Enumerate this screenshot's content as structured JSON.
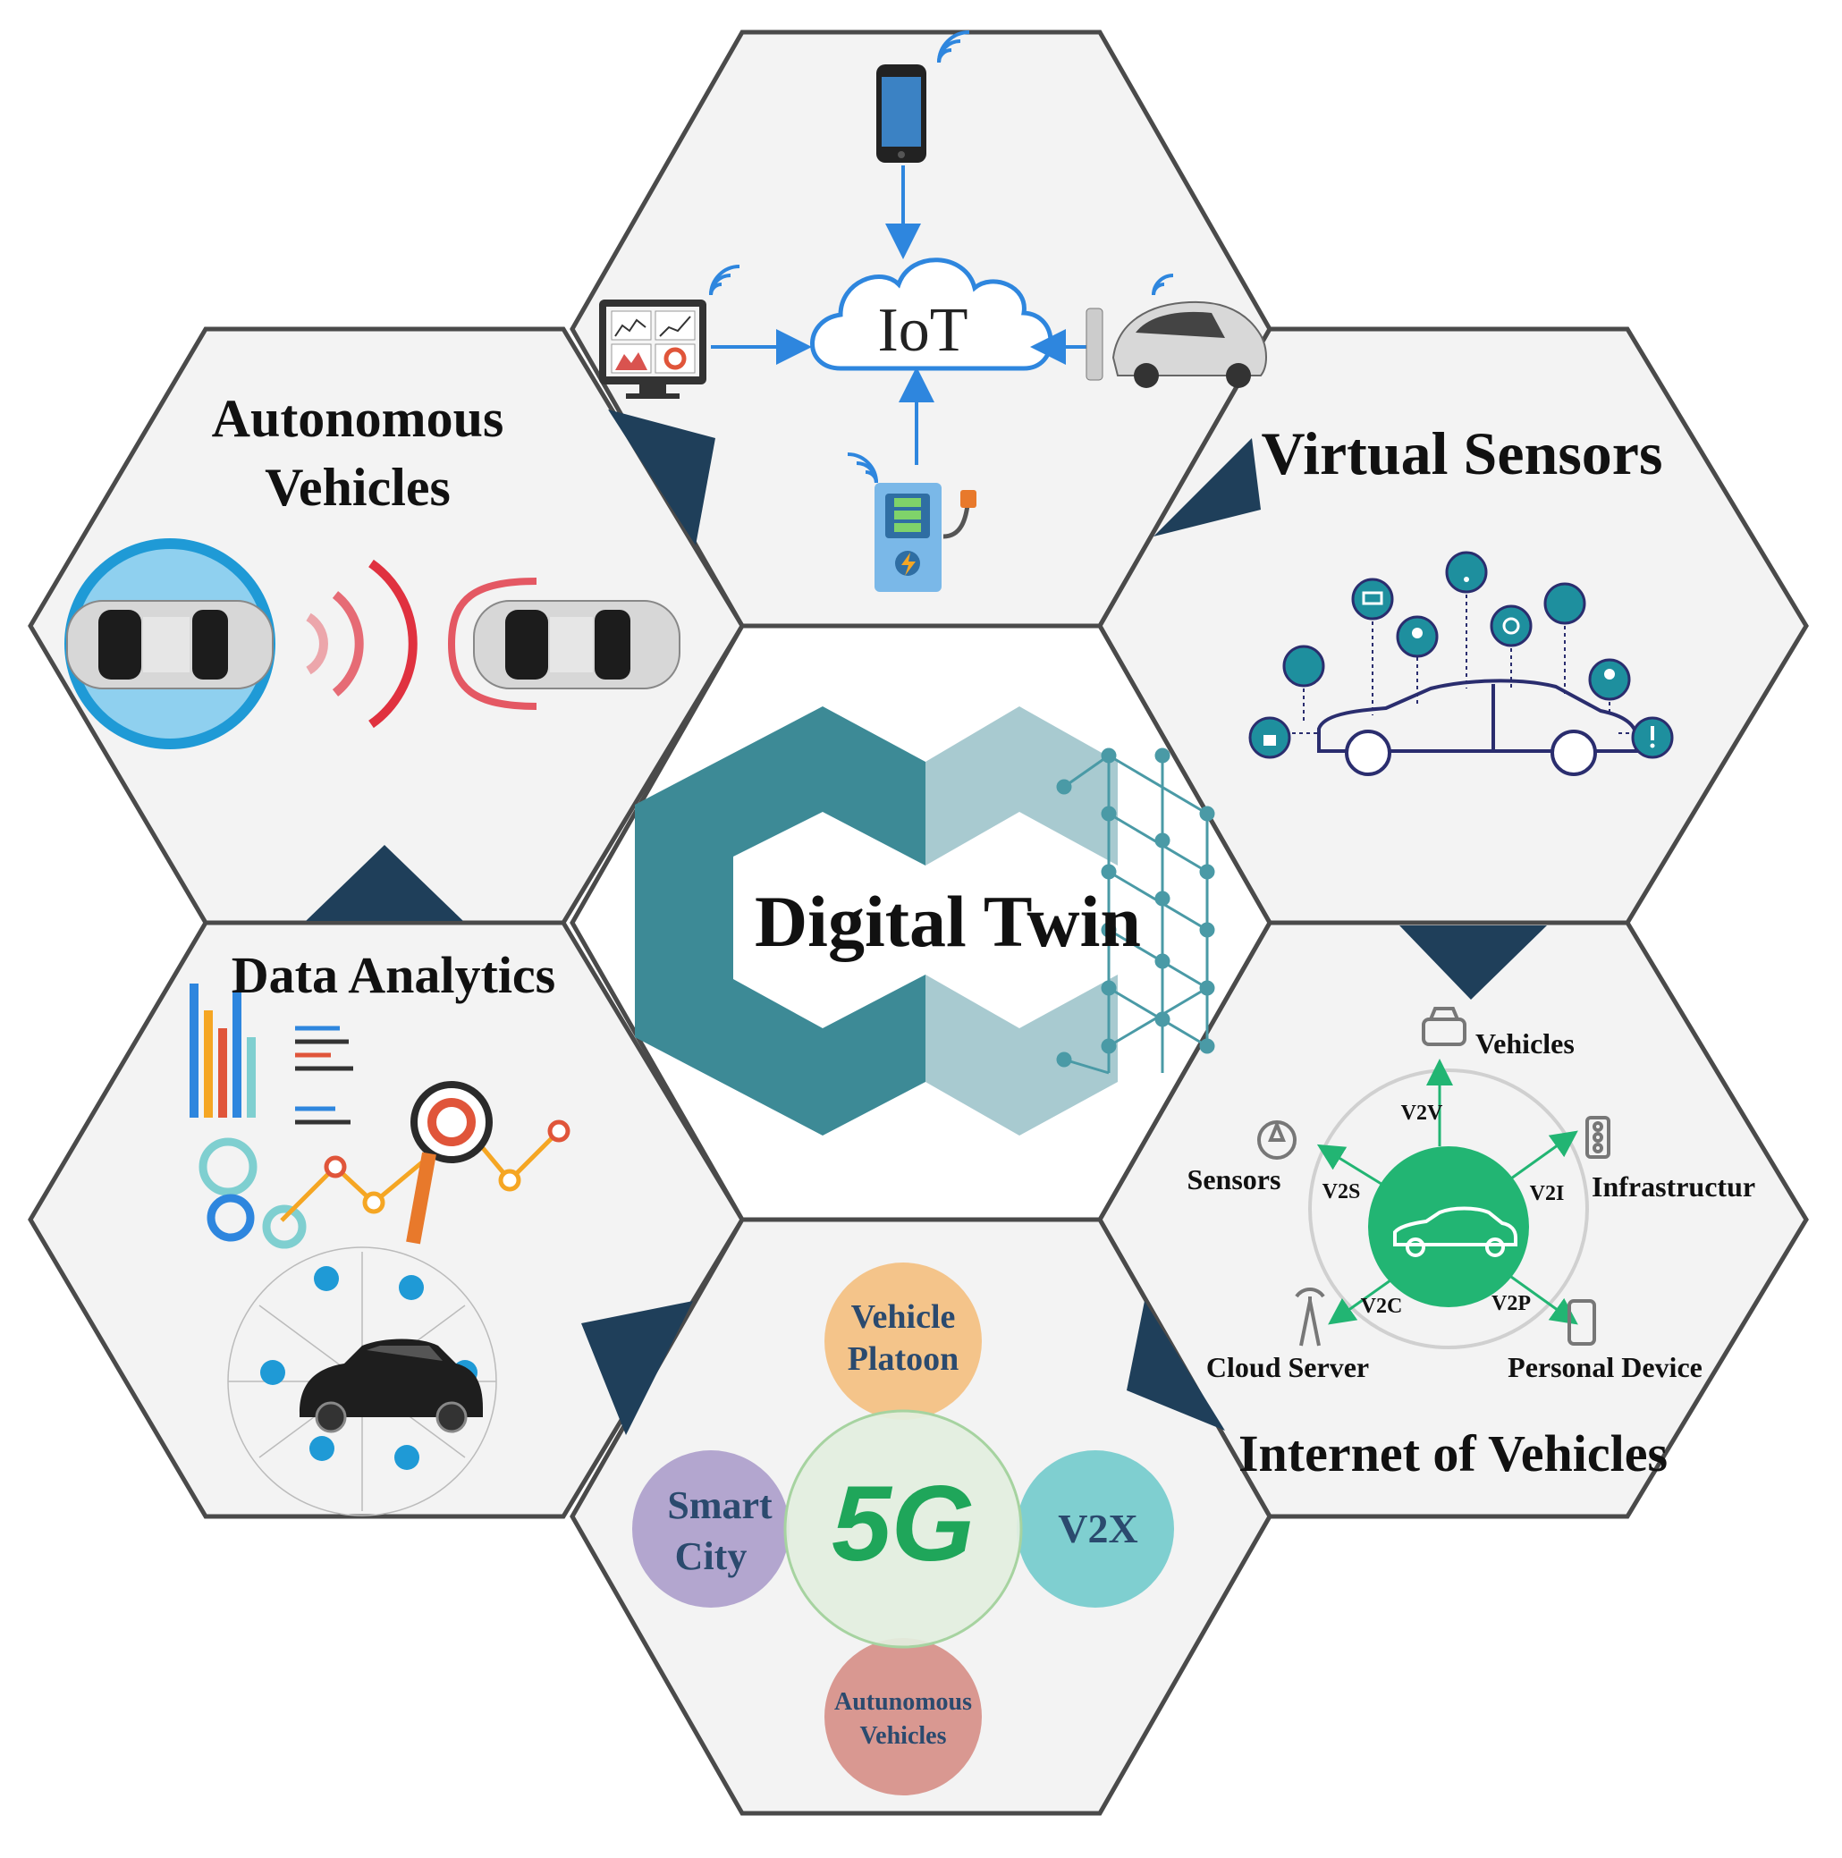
{
  "center": {
    "title": "Digital Twin"
  },
  "iot": {
    "cloud_label": "IoT"
  },
  "autonomous": {
    "title_line1": "Autonomous",
    "title_line2": "Vehicles"
  },
  "virtual_sensors": {
    "title": "Virtual Sensors"
  },
  "data_analytics": {
    "title": "Data Analytics"
  },
  "internet_of_vehicles": {
    "title": "Internet of Vehicles",
    "nodes": {
      "vehicles": "Vehicles",
      "infrastructure": "Infrastructur",
      "personal_device": "Personal Device",
      "cloud_server": "Cloud Server",
      "sensors": "Sensors"
    },
    "links": {
      "v2v": "V2V",
      "v2i": "V2I",
      "v2p": "V2P",
      "v2c": "V2C",
      "v2s": "V2S"
    }
  },
  "fiveg": {
    "center": "5G",
    "vehicle_platoon_line1": "Vehicle",
    "vehicle_platoon_line2": "Platoon",
    "v2x": "V2X",
    "smart_city_line1": "Smart",
    "smart_city_line2": "City",
    "autonomous_line1": "Autunomous",
    "autonomous_line2": "Vehicles"
  },
  "colors": {
    "hex_fill": "#f3f3f3",
    "hex_stroke": "#4a4a4a",
    "triangle": "#1f3f5a",
    "teal": "#3d8a96",
    "green": "#22b573",
    "blue_line": "#2e86de",
    "platoon": "#f4c48a",
    "v2x": "#7fcfd0",
    "smart_city": "#b3a6cf",
    "autonomous_circle": "#d99891"
  }
}
